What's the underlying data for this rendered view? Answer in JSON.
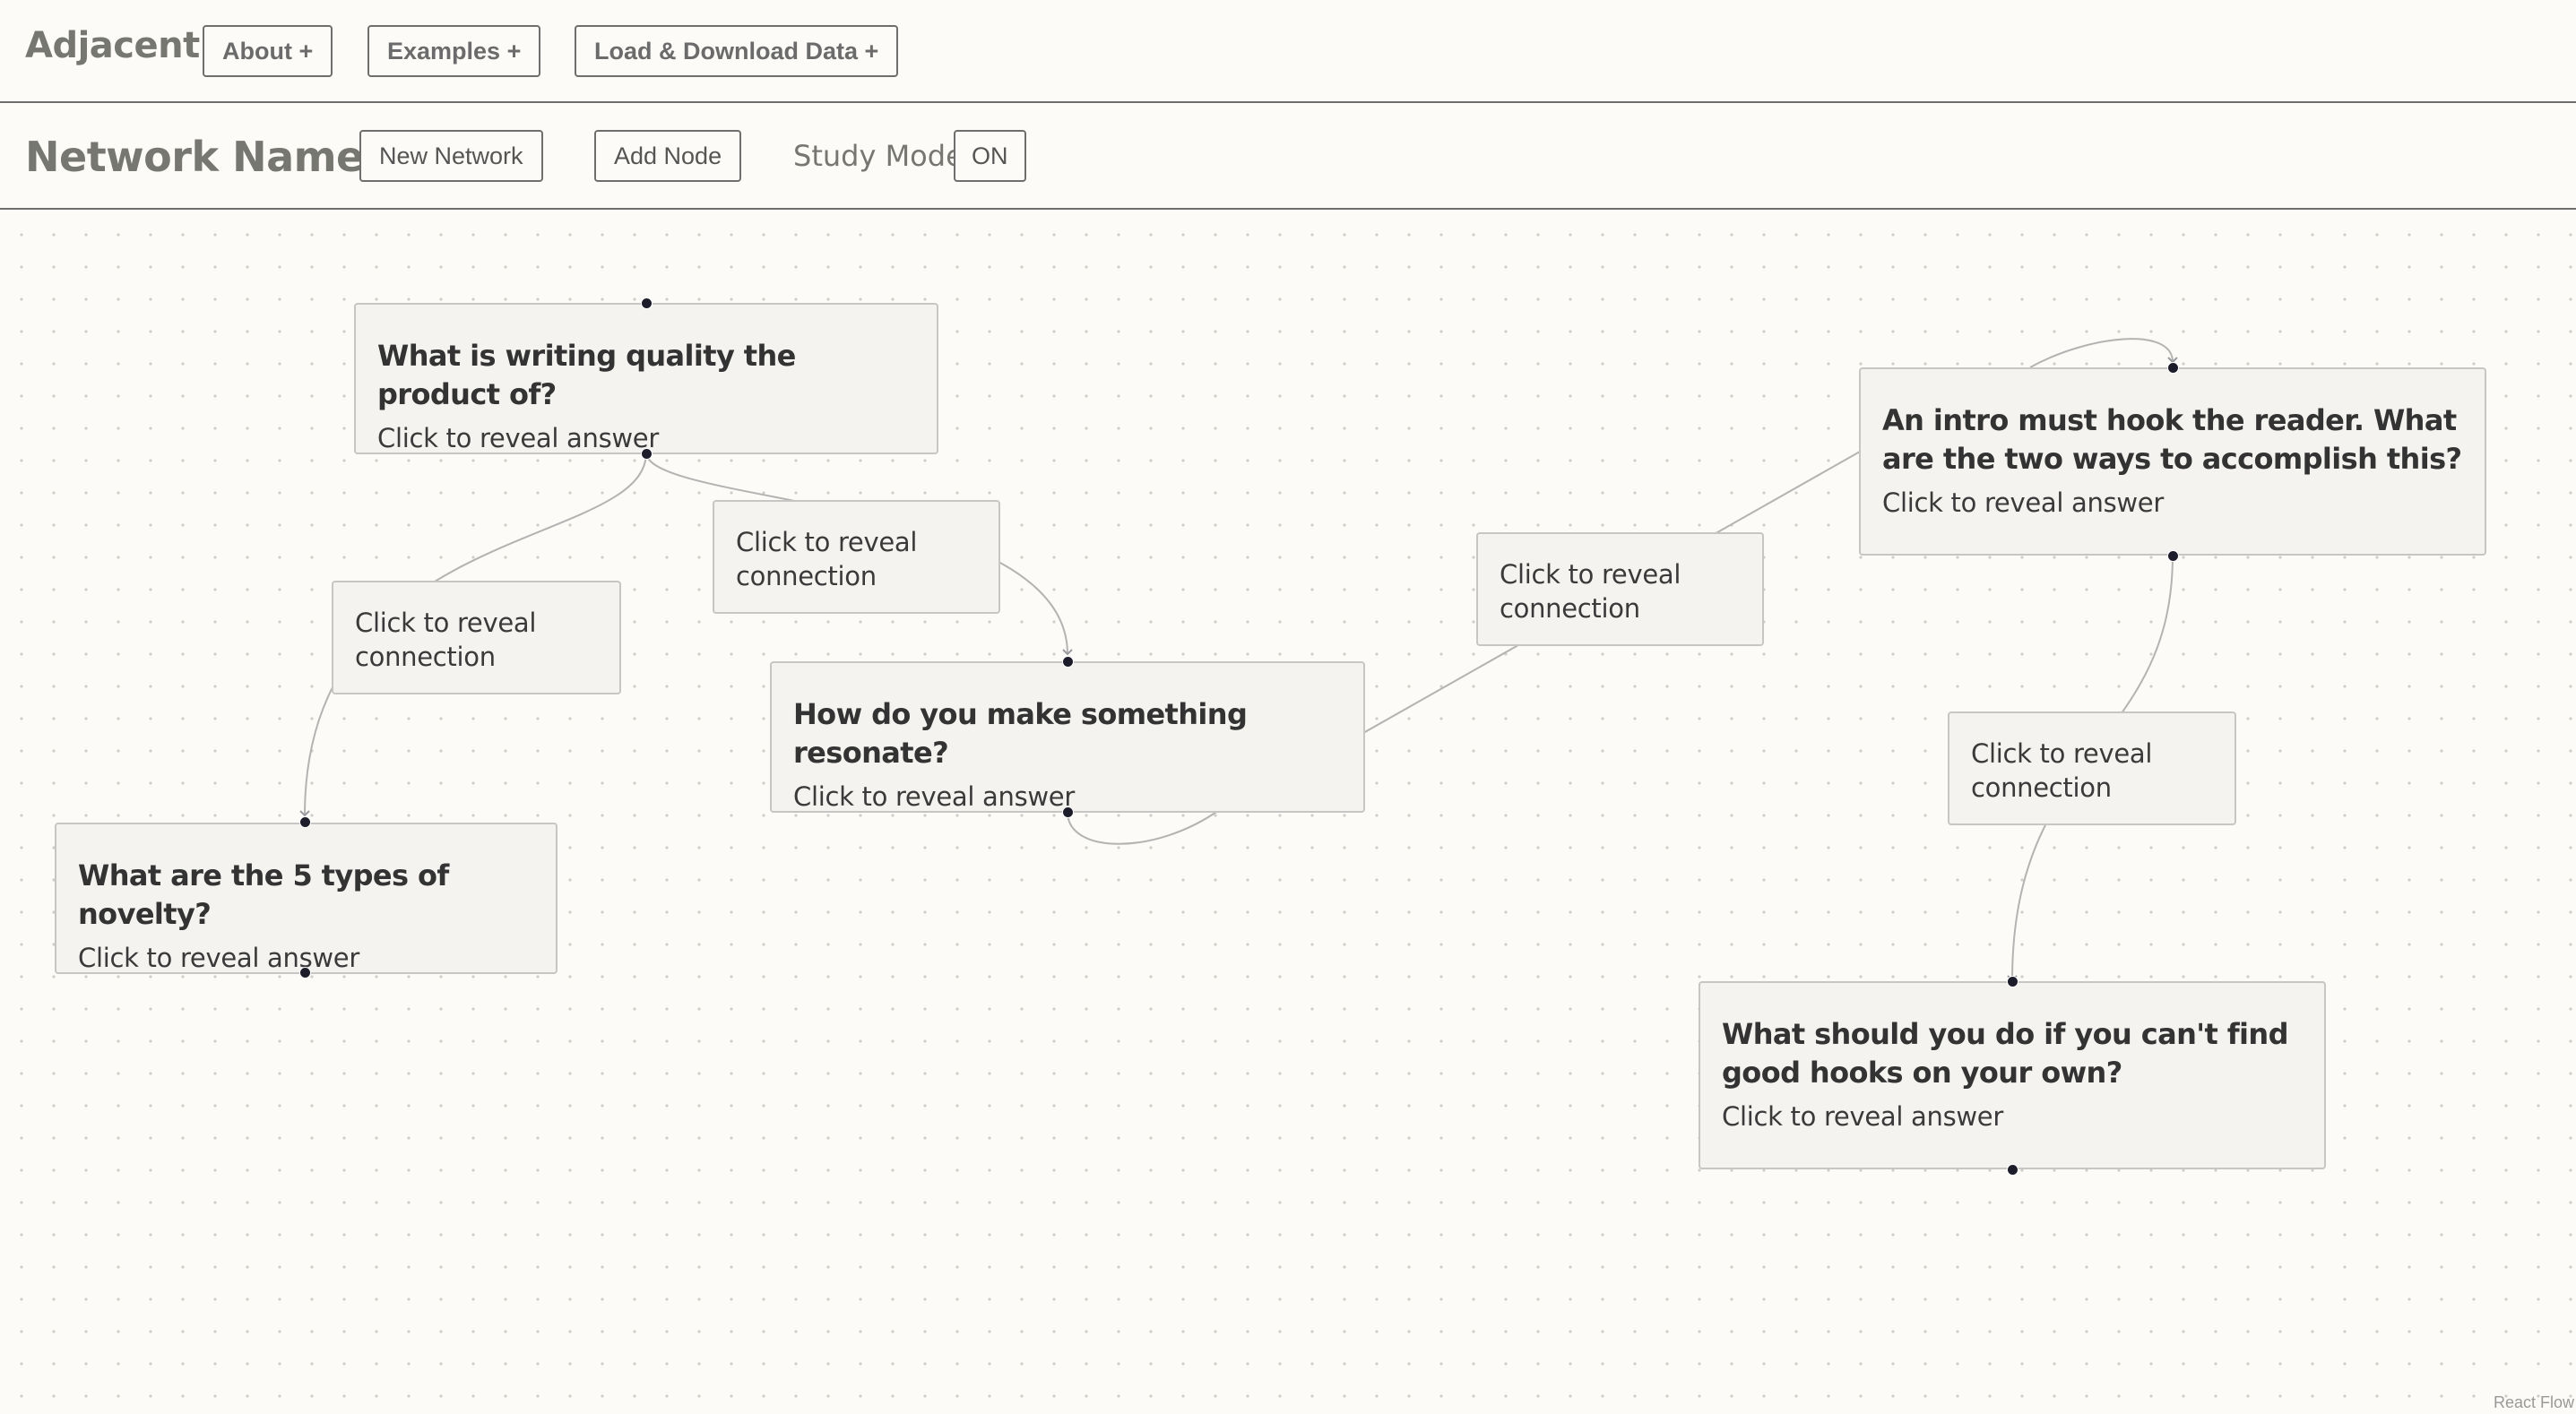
{
  "header": {
    "brand": "Adjacent",
    "menu": [
      "About +",
      "Examples +",
      "Load & Download Data +"
    ]
  },
  "toolbar": {
    "network_name": "Network Name",
    "new_network": "New Network",
    "add_node": "Add Node",
    "study_mode_label": "Study Mode:",
    "study_mode_value": "ON"
  },
  "nodes": [
    {
      "question": "What is writing quality the product of?",
      "answer": "Click to reveal answer"
    },
    {
      "question": "How do you make something resonate?",
      "answer": "Click to reveal answer"
    },
    {
      "question": "What are the 5 types of novelty?",
      "answer": "Click to reveal answer"
    },
    {
      "question": "An intro must hook the reader. What are the two ways to accomplish this?",
      "answer": "Click to reveal answer"
    },
    {
      "question": "What should you do if you can't find good hooks on your own?",
      "answer": "Click to reveal answer"
    }
  ],
  "edge_labels": [
    "Click to reveal connection",
    "Click to reveal connection",
    "Click to reveal connection",
    "Click to reveal connection"
  ],
  "attribution": "React Flow"
}
